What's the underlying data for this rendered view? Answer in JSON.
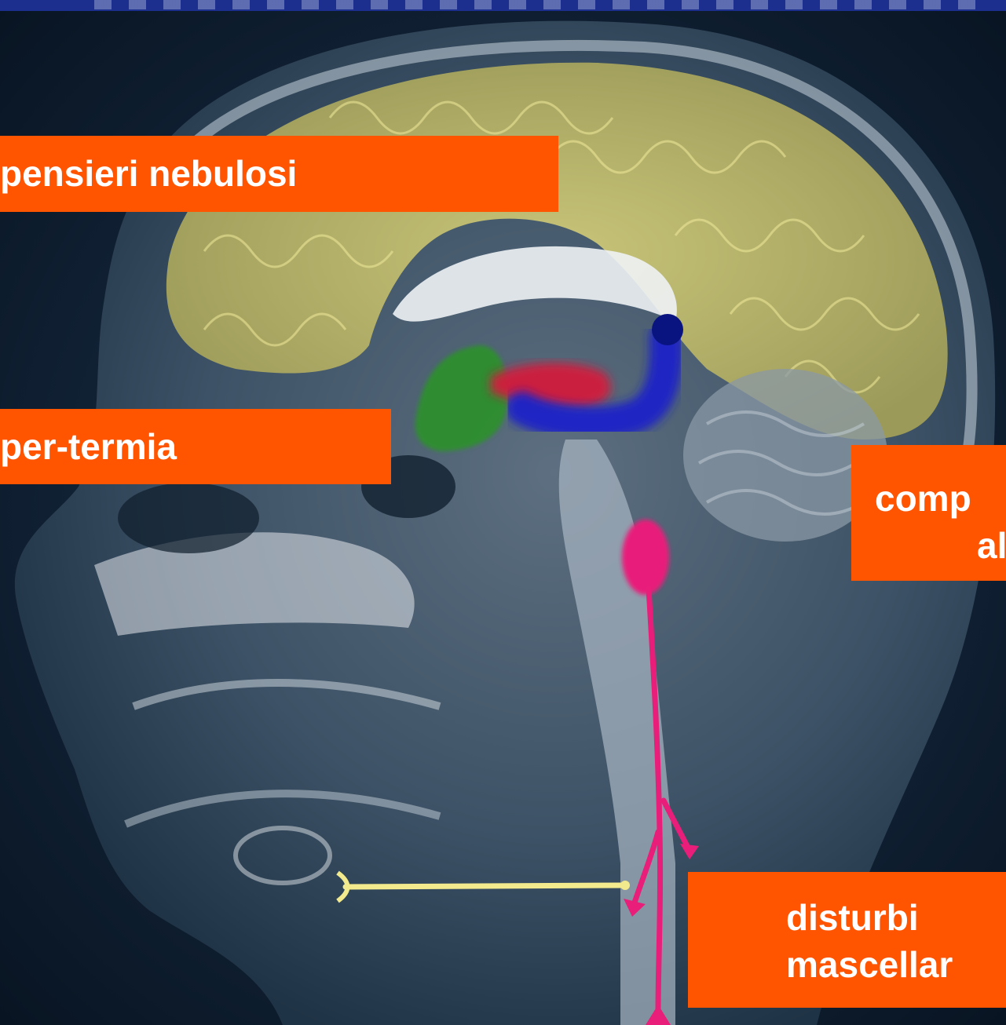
{
  "labels": {
    "pensieri": "pensieri nebulosi",
    "ipertermia": "per-termia",
    "comp_line1": "comp",
    "comp_line2": "al",
    "disturbi_line1": "disturbi",
    "disturbi_line2": "mascellar"
  },
  "colors": {
    "label_bg": "#ff5400",
    "cortex": "#c8c26a",
    "green_region": "#2f8f2f",
    "red_region": "#d21c3c",
    "blue_region": "#1a22c8",
    "magenta_region": "#e81e7a",
    "yellow_line": "#f2ea8c"
  }
}
